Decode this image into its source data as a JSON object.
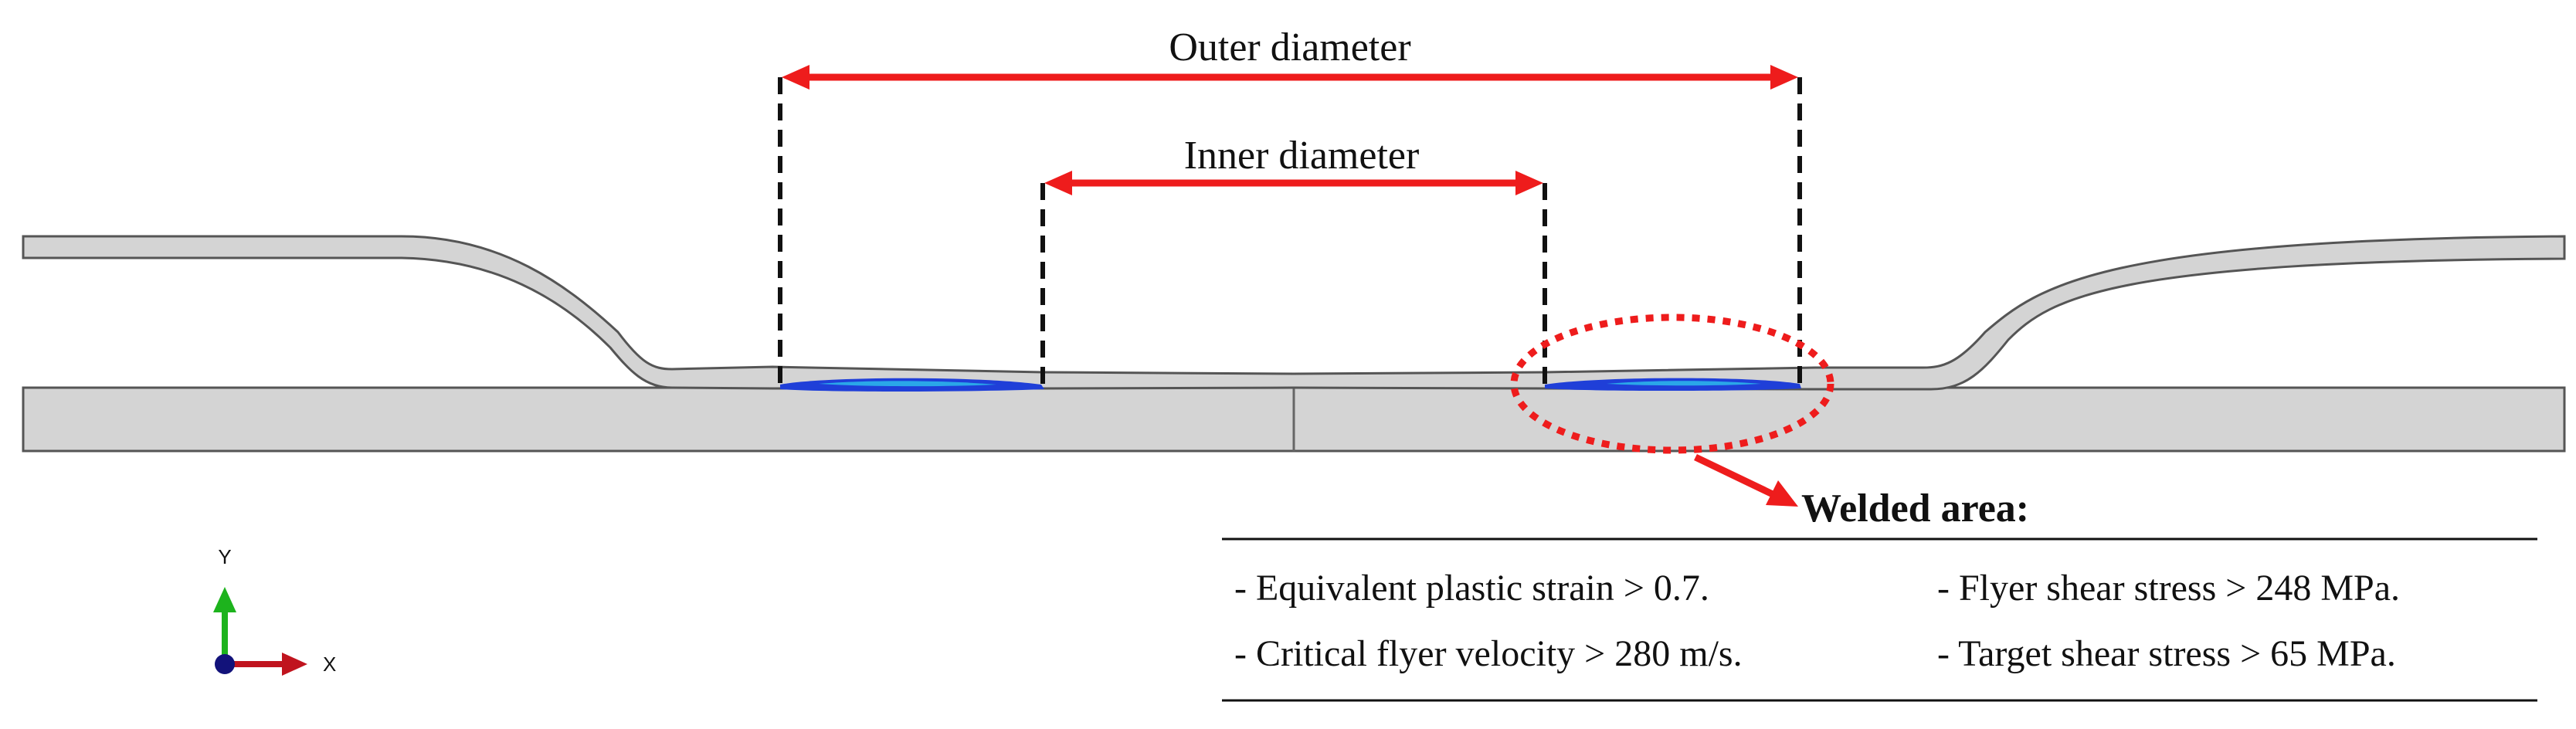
{
  "labels": {
    "outer_diameter": "Outer diameter",
    "inner_diameter": "Inner diameter",
    "welded_area_title": "Welded area:",
    "criteria": [
      "- Equivalent plastic strain > 0.7.",
      "- Flyer shear stress > 248 MPa.",
      "- Critical flyer velocity > 280 m/s.",
      "- Target shear stress > 65  MPa."
    ]
  },
  "axes": {
    "y_label": "Y",
    "x_label": "X"
  },
  "colors": {
    "annotation_red": "#ee1c1c",
    "plate_fill": "#d4d4d4",
    "plate_edge": "#555555",
    "weld_blue": "#1f3fd8",
    "weld_cyan": "#2aa7e8",
    "axis_y_green": "#1db31d",
    "axis_x_red": "#c0141e",
    "origin_navy": "#12127a"
  }
}
